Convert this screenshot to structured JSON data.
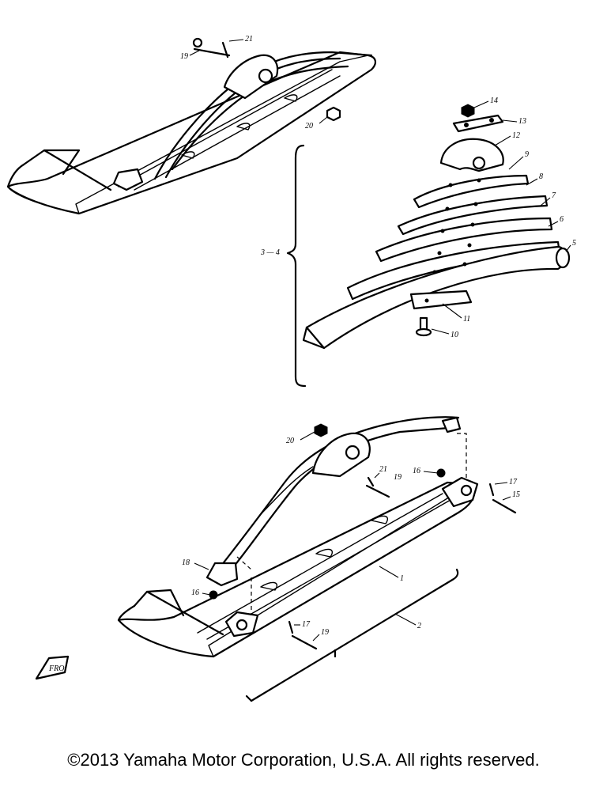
{
  "diagram": {
    "callouts": {
      "c1": "1",
      "c2": "2",
      "c34": "3 — 4",
      "c5": "5",
      "c6": "6",
      "c7": "7",
      "c8": "8",
      "c9": "9",
      "c10": "10",
      "c11": "11",
      "c12": "12",
      "c13": "13",
      "c14": "14",
      "c15": "15",
      "c16a": "16",
      "c16b": "16",
      "c17a": "17",
      "c17b": "17",
      "c18": "18",
      "c19a": "19",
      "c19b": "19",
      "c19c": "19",
      "c20a": "20",
      "c20b": "20",
      "c21a": "21",
      "c21b": "21"
    },
    "front_marker": "FRO"
  },
  "footer": {
    "copyright": "©2013 Yamaha Motor Corporation, U.S.A. All rights reserved."
  }
}
